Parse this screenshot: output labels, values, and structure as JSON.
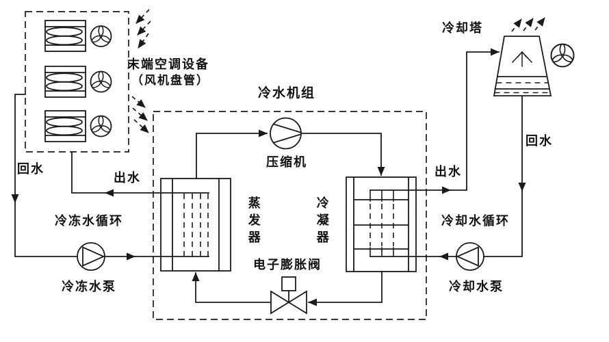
{
  "diagram": {
    "terminal_units": {
      "label_line1": "末端空调设备",
      "label_line2": "（风机盘管）",
      "unit_count": 3
    },
    "chiller": {
      "label": "冷水机组",
      "compressor_label": "压缩机",
      "evaporator_label": "蒸发器",
      "condenser_label": "冷凝器",
      "expansion_valve_label": "电子膨胀阀"
    },
    "chilled_water_loop": {
      "return_label": "回水",
      "supply_label": "出水",
      "loop_label": "冷冻水循环",
      "pump_label": "冷冻水泵"
    },
    "cooling_water_loop": {
      "supply_label": "出水",
      "return_label": "回水",
      "loop_label": "冷却水循环",
      "pump_label": "冷却水泵",
      "tower_label": "冷却塔"
    }
  },
  "colors": {
    "line": "#1a1a1a",
    "text": "#111111",
    "background": "#ffffff"
  }
}
